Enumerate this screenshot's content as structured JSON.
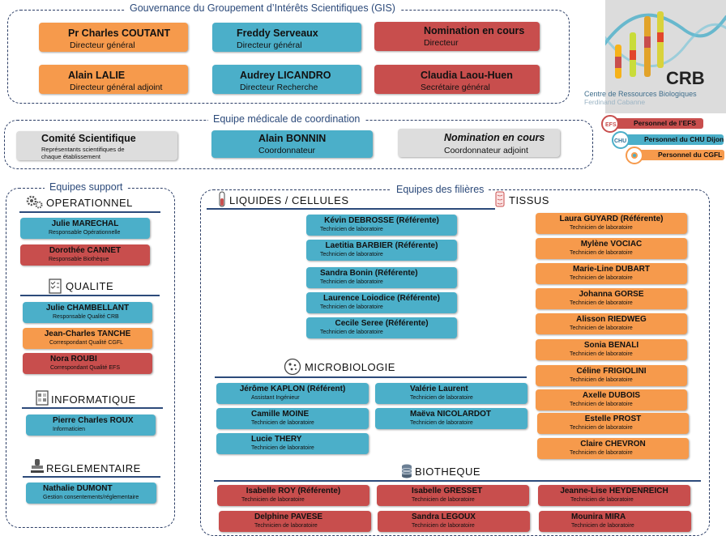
{
  "gis": {
    "title": "Gouvernance du Groupement d’Intérêts Scientifiques (GIS)",
    "members": [
      {
        "name": "Pr Charles COUTANT",
        "role": "Directeur général"
      },
      {
        "name": "Freddy Serveaux",
        "role": "Directeur général"
      },
      {
        "name": "Nomination en cours",
        "role": "Directeur"
      },
      {
        "name": "Alain LALIE",
        "role": "Directeur général adjoint"
      },
      {
        "name": "Audrey LICANDRO",
        "role": "Directeur Recherche"
      },
      {
        "name": "Claudia Laou-Huen",
        "role": "Secrétaire général"
      }
    ]
  },
  "logo": {
    "acronym": "CRB",
    "line1": "Centre de Ressources Biologiques",
    "line2": "Ferdinand Cabanne"
  },
  "legend": [
    {
      "label": "Personnel de l’EFS",
      "color": "#c84e4d",
      "icon": "efs-logo-icon"
    },
    {
      "label": "Personnel du CHU Dijon",
      "color": "#4bafc9",
      "icon": "chu-logo-icon"
    },
    {
      "label": "Personnel du CGFL",
      "color": "#f69a4c",
      "icon": "cgfl-logo-icon"
    }
  ],
  "medical": {
    "title": "Equipe médicale de coordination",
    "members": [
      {
        "name": "Comité Scientifique",
        "role": "Représentants scientifiques de chaque établissement"
      },
      {
        "name": "Alain BONNIN",
        "role": "Coordonnateur"
      },
      {
        "name": "Nomination en cours",
        "role": "Coordonnateur adjoint"
      }
    ]
  },
  "support": {
    "title": "Equipes support",
    "operationnel": {
      "header": "OPERATIONNEL",
      "members": [
        {
          "name": "Julie MARECHAL",
          "role": "Responsable Opérationnelle"
        },
        {
          "name": "Dorothée CANNET",
          "role": "Responsable Biothèque"
        }
      ]
    },
    "qualite": {
      "header": "QUALITE",
      "members": [
        {
          "name": "Julie CHAMBELLANT",
          "role": "Responsable Qualité CRB"
        },
        {
          "name": "Jean-Charles TANCHE",
          "role": "Correspondant Qualité CGFL"
        },
        {
          "name": "Nora ROUBI",
          "role": "Correspondant Qualité EFS"
        }
      ]
    },
    "informatique": {
      "header": "INFORMATIQUE",
      "members": [
        {
          "name": "Pierre Charles ROUX",
          "role": "Informaticien"
        }
      ]
    },
    "reglementaire": {
      "header": "REGLEMENTAIRE",
      "members": [
        {
          "name": "Nathalie DUMONT",
          "role": "Gestion consentements/réglementaire"
        }
      ]
    }
  },
  "filieres": {
    "title": "Equipes des filières",
    "liquides": {
      "header": "LIQUIDES / CELLULES",
      "members": [
        {
          "name": "Kévin DEBROSSE (Référente)",
          "role": "Technicien de laboratoire"
        },
        {
          "name": "Laetitia BARBIER (Référente)",
          "role": "Technicien de laboratoire"
        },
        {
          "name": "Sandra Bonin (Référente)",
          "role": "Technicien de laboratoire"
        },
        {
          "name": "Laurence Loiodice (Référente)",
          "role": "Technicien de laboratoire"
        },
        {
          "name": "Cecile Seree (Référente)",
          "role": "Technicien de laboratoire"
        }
      ]
    },
    "tissus": {
      "header": "TISSUS",
      "members": [
        {
          "name": "Laura GUYARD (Référente)",
          "role": "Technicien de laboratoire"
        },
        {
          "name": "Mylène VOCIAC",
          "role": "Technicien de laboratoire"
        },
        {
          "name": "Marie-Line DUBART",
          "role": "Technicien de laboratoire"
        },
        {
          "name": "Johanna GORSE",
          "role": "Technicien de laboratoire"
        },
        {
          "name": "Alisson RIEDWEG",
          "role": "Technicien de laboratoire"
        },
        {
          "name": "Sonia BENALI",
          "role": "Technicien de laboratoire"
        },
        {
          "name": "Céline FRIGIOLINI",
          "role": "Technicien de laboratoire"
        },
        {
          "name": "Axelle DUBOIS",
          "role": "Technicien de laboratoire"
        },
        {
          "name": "Estelle PROST",
          "role": "Technicien de laboratoire"
        },
        {
          "name": "Claire CHEVRON",
          "role": "Technicien de laboratoire"
        }
      ]
    },
    "microbiologie": {
      "header": "MICROBIOLOGIE",
      "members": [
        {
          "name": "Jérôme KAPLON (Référent)",
          "role": "Assistant Ingénieur"
        },
        {
          "name": "Valérie Laurent",
          "role": "Technicien de laboratoire"
        },
        {
          "name": "Camille MOINE",
          "role": "Technicien de laboratoire"
        },
        {
          "name": "Maëva NICOLARDOT",
          "role": "Technicien de laboratoire"
        },
        {
          "name": "Lucie THERY",
          "role": "Technicien de laboratoire"
        }
      ]
    },
    "biotheque": {
      "header": "BIOTHEQUE",
      "members": [
        {
          "name": "Isabelle ROY (Référente)",
          "role": "Technicien de laboratoire"
        },
        {
          "name": "Isabelle GRESSET",
          "role": "Technicien de laboratoire"
        },
        {
          "name": "Jeanne-Lise HEYDENREICH",
          "role": "Technicien de laboratoire"
        },
        {
          "name": "Delphine PAVESE",
          "role": "Technicien de laboratoire"
        },
        {
          "name": "Sandra LEGOUX",
          "role": "Technicien de laboratoire"
        },
        {
          "name": "Mounira MIRA",
          "role": "Technicien de laboratoire"
        }
      ]
    }
  },
  "colors": {
    "cgfl": "#f69a4c",
    "chu": "#4bafc9",
    "efs": "#c84e4d",
    "neutral": "#dddddd",
    "frame": "#2c3e66"
  }
}
